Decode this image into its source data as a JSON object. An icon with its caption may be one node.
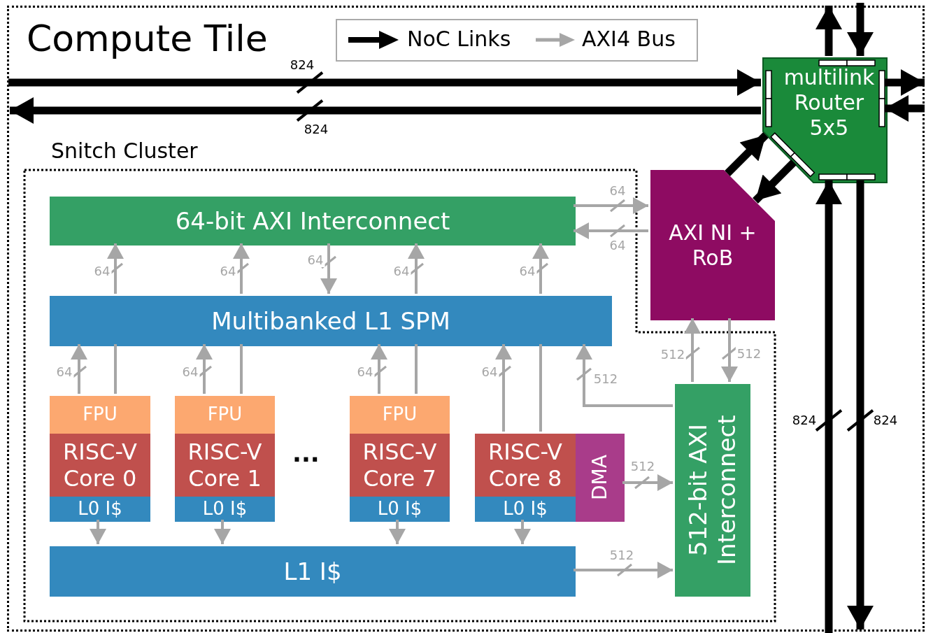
{
  "diagram": {
    "nodes": [
      {
        "text": [
          "Compute Tile"
        ]
      },
      {
        "text": [
          "Snitch Cluster"
        ],
        "in": 0
      },
      {
        "text": [
          "64-bit AXI Interconnect"
        ],
        "in": 1
      },
      {
        "text": [
          "Multibanked L1 SPM"
        ],
        "in": 1
      },
      {
        "text": [
          "FPU"
        ],
        "in": 1
      },
      {
        "text": [
          "RISC-V Core 0"
        ],
        "in": 1
      },
      {
        "text": [
          "L0 I$"
        ],
        "in": 1
      },
      {
        "text": [
          "FPU"
        ],
        "in": 1
      },
      {
        "text": [
          "RISC-V Core 1"
        ],
        "in": 1
      },
      {
        "text": [
          "L0 I$"
        ],
        "in": 1
      },
      {
        "text": [
          "FPU"
        ],
        "in": 1
      },
      {
        "text": [
          "RISC-V Core 7"
        ],
        "in": 1
      },
      {
        "text": [
          "L0 I$"
        ],
        "in": 1
      },
      {
        "text": [
          "RISC-V Core 8"
        ],
        "in": 1
      },
      {
        "text": [
          "DMA"
        ],
        "in": 1
      },
      {
        "text": [
          "L0 I$"
        ],
        "in": 1
      },
      {
        "text": [
          "L1 I$"
        ],
        "in": 1
      },
      {
        "text": [
          "512-bit AXI Interconnect"
        ],
        "in": 1
      },
      {
        "text": [
          "AXI NI + RoB"
        ],
        "in": 0
      },
      {
        "text": [
          "multilink Router 5x5"
        ],
        "in": 0
      }
    ],
    "edges": [
      {
        "from": 4,
        "to": 3,
        "arrow": "to",
        "label": "64"
      },
      {
        "from": 4,
        "to": 3,
        "arrow": "none"
      },
      {
        "from": 7,
        "to": 3,
        "arrow": "to",
        "label": "64"
      },
      {
        "from": 7,
        "to": 3,
        "arrow": "none"
      },
      {
        "from": 10,
        "to": 3,
        "arrow": "to",
        "label": "64"
      },
      {
        "from": 10,
        "to": 3,
        "arrow": "none"
      },
      {
        "from": 13,
        "to": 3,
        "arrow": "to",
        "label": "64"
      },
      {
        "from": 13,
        "to": 3,
        "arrow": "none"
      },
      {
        "from": 17,
        "to": 3,
        "arrow": "to",
        "label": "512"
      },
      {
        "from": 3,
        "to": 2,
        "arrow": "to",
        "label": "64"
      },
      {
        "from": 3,
        "to": 2,
        "arrow": "to",
        "label": "64"
      },
      {
        "from": 2,
        "to": 3,
        "arrow": "to",
        "label": "64"
      },
      {
        "from": 3,
        "to": 2,
        "arrow": "to",
        "label": "64"
      },
      {
        "from": 3,
        "to": 2,
        "arrow": "to",
        "label": "64"
      },
      {
        "from": 2,
        "to": 18,
        "arrow": "to",
        "label": "64"
      },
      {
        "from": 18,
        "to": 2,
        "arrow": "to",
        "label": "64"
      },
      {
        "from": 6,
        "to": 16,
        "arrow": "to"
      },
      {
        "from": 9,
        "to": 16,
        "arrow": "to"
      },
      {
        "from": 12,
        "to": 16,
        "arrow": "to"
      },
      {
        "from": 15,
        "to": 16,
        "arrow": "to"
      },
      {
        "from": 14,
        "to": 17,
        "arrow": "to",
        "label": "512"
      },
      {
        "from": 16,
        "to": 17,
        "arrow": "to",
        "label": "512"
      },
      {
        "from": 17,
        "to": 18,
        "arrow": "to",
        "label": "512"
      },
      {
        "from": 18,
        "to": 17,
        "arrow": "to",
        "label": "512"
      },
      {
        "from": 18,
        "to": 19,
        "arrow": "to",
        "style": "thick",
        "color": "#000000"
      },
      {
        "from": 19,
        "to": 18,
        "arrow": "to",
        "style": "thick",
        "color": "#000000"
      },
      {
        "from": null,
        "to": 19,
        "arrow": "to",
        "label": "824",
        "style": "thick",
        "color": "#000000"
      },
      {
        "from": 19,
        "to": null,
        "arrow": "to",
        "label": "824",
        "style": "thick",
        "color": "#000000"
      },
      {
        "from": 19,
        "to": null,
        "arrow": "to",
        "style": "thick",
        "color": "#000000"
      },
      {
        "from": null,
        "to": 19,
        "arrow": "to",
        "style": "thick",
        "color": "#000000"
      },
      {
        "from": 19,
        "to": null,
        "arrow": "to",
        "style": "thick",
        "color": "#000000"
      },
      {
        "from": null,
        "to": 19,
        "arrow": "to",
        "style": "thick",
        "color": "#000000"
      },
      {
        "from": null,
        "to": 19,
        "arrow": "to",
        "label": "824",
        "style": "thick",
        "color": "#000000"
      },
      {
        "from": 19,
        "to": null,
        "arrow": "to",
        "label": "824",
        "style": "thick",
        "color": "#000000"
      }
    ],
    "labels": [
      "..."
    ],
    "legend": [
      {
        "text": "NoC Links"
      },
      {
        "text": "AXI4 Bus"
      }
    ]
  }
}
